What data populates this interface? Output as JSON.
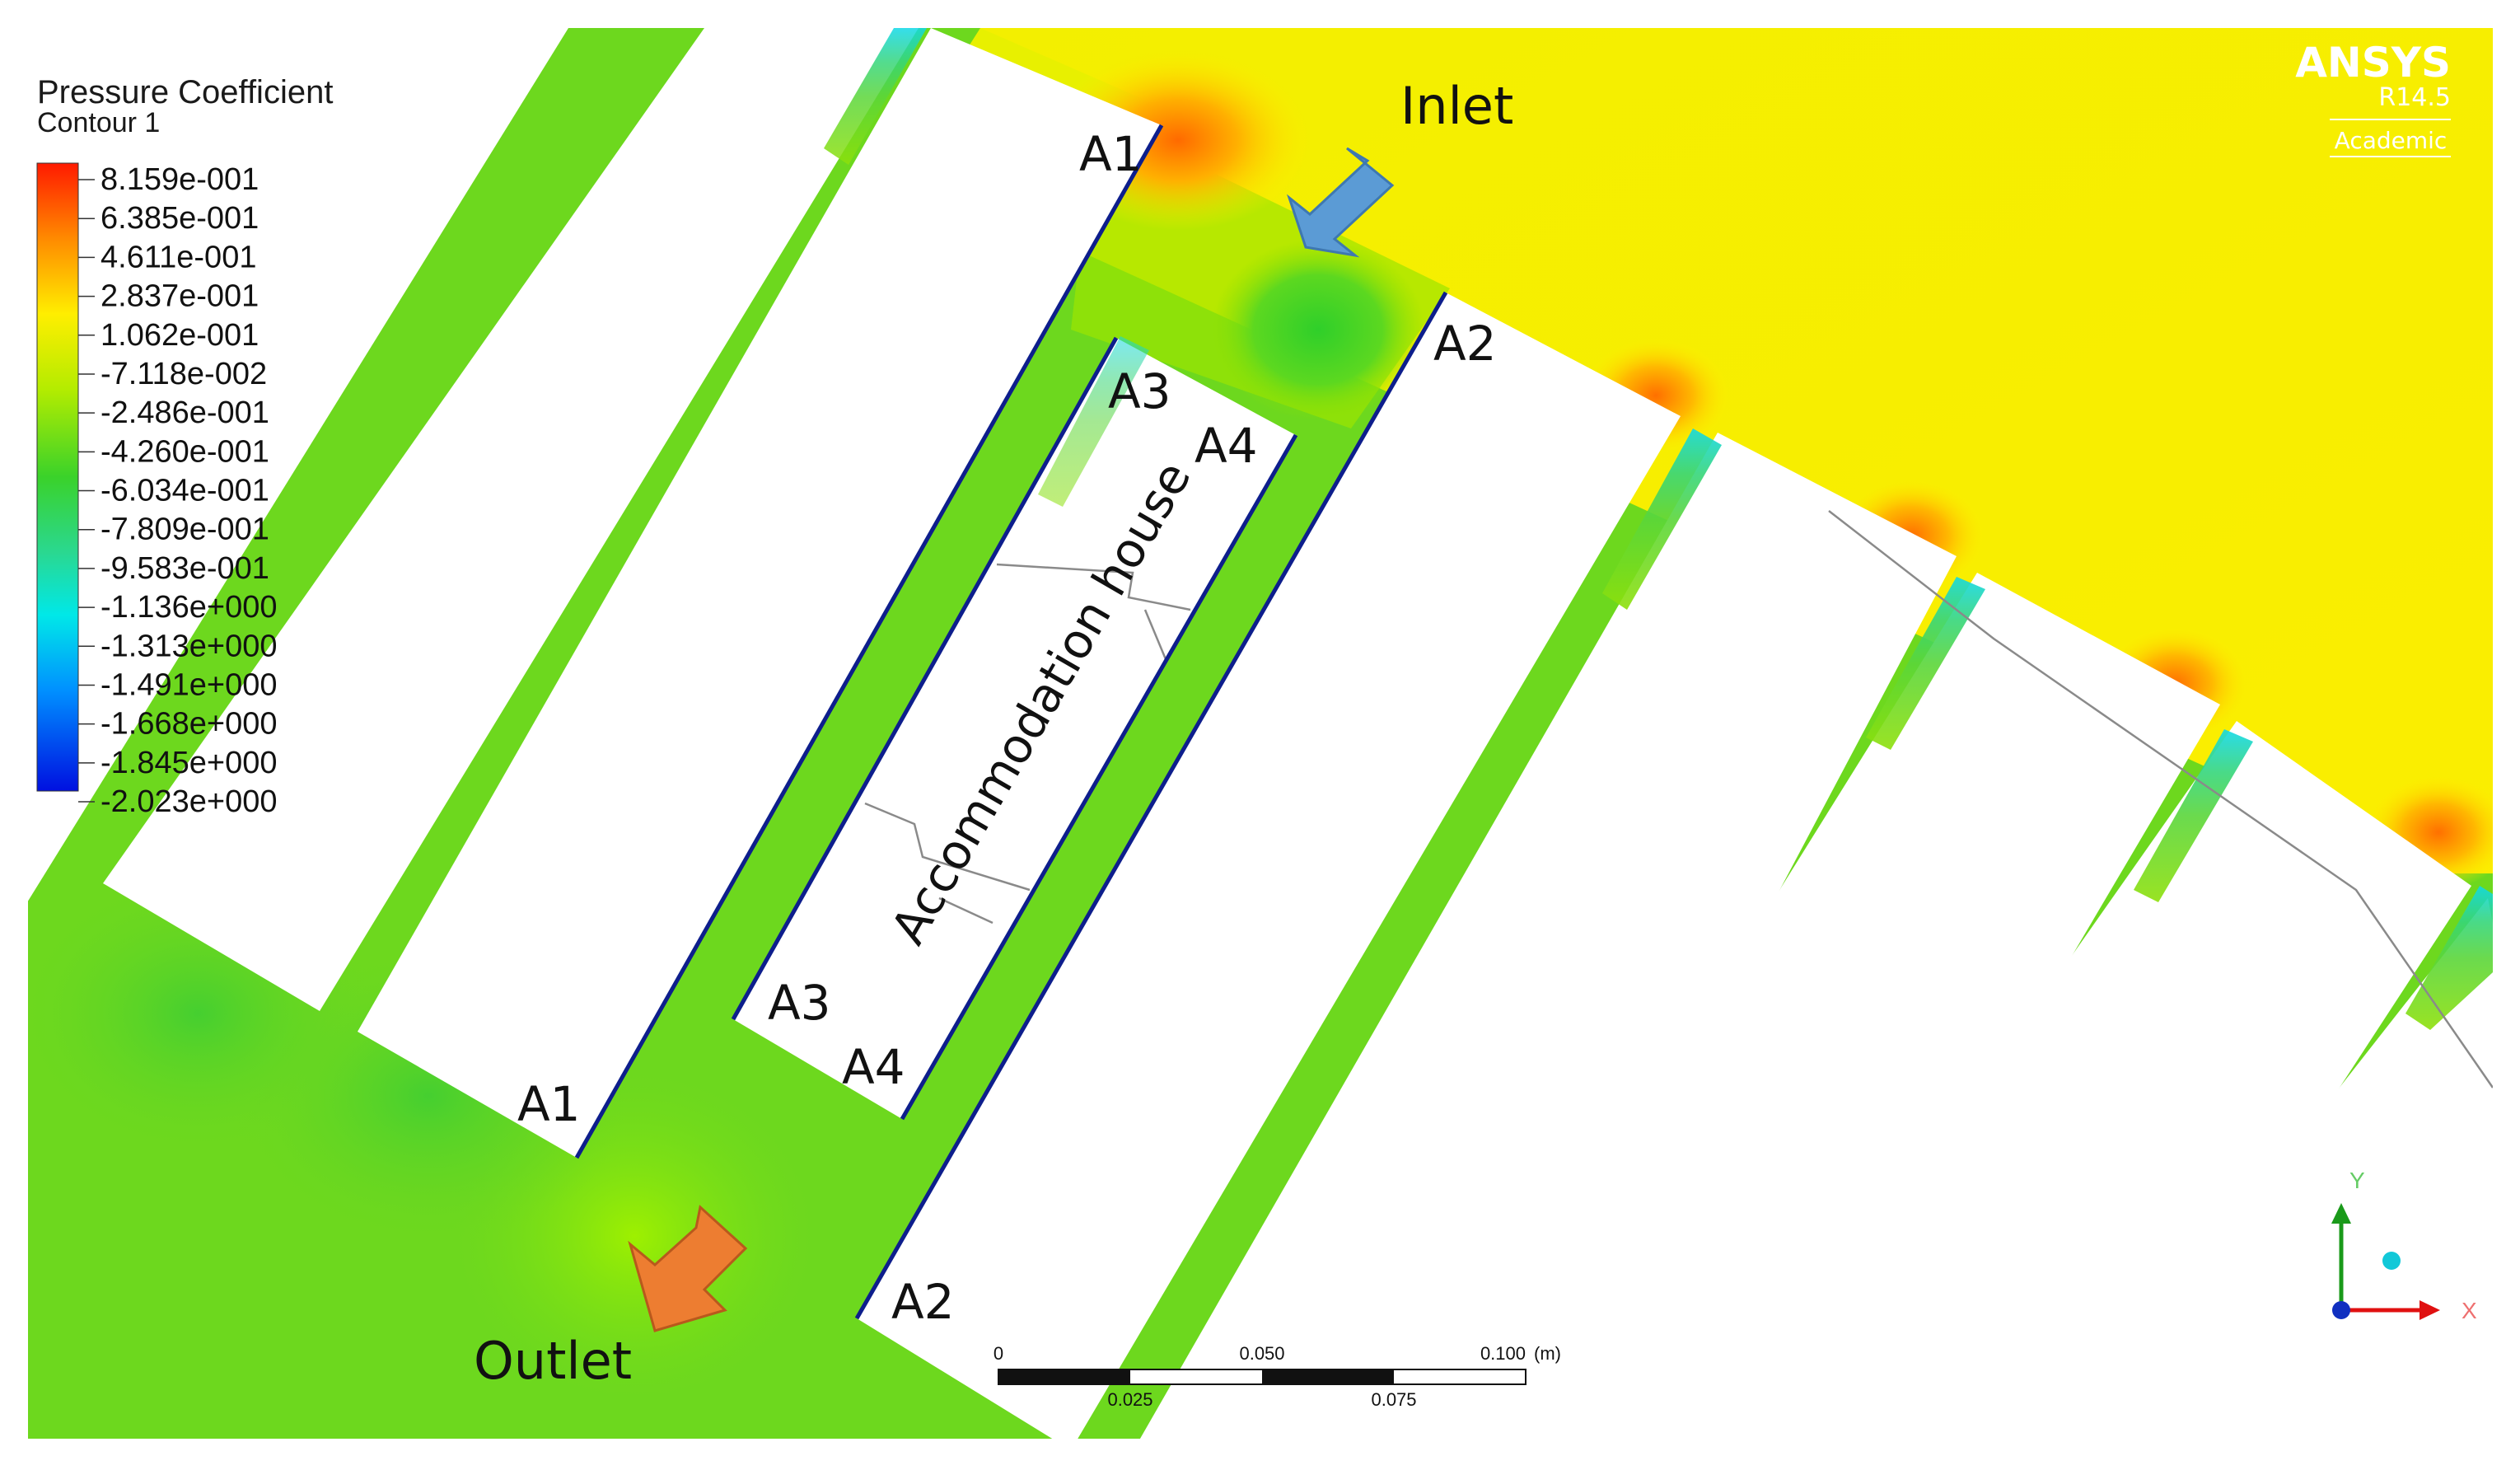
{
  "legend": {
    "title": "Pressure Coefficient",
    "subtitle": "Contour 1",
    "values": [
      "8.159e-001",
      "6.385e-001",
      "4.611e-001",
      "2.837e-001",
      "1.062e-001",
      "-7.118e-002",
      "-2.486e-001",
      "-4.260e-001",
      "-6.034e-001",
      "-7.809e-001",
      "-9.583e-001",
      "-1.136e+000",
      "-1.313e+000",
      "-1.491e+000",
      "-1.668e+000",
      "-1.845e+000",
      "-2.023e+000"
    ]
  },
  "brand": {
    "name": "ANSYS",
    "version": "R14.5",
    "edition": "Academic"
  },
  "annotations": {
    "inlet": "Inlet",
    "outlet": "Outlet",
    "house": "Accommodation house",
    "a1_top": "A1",
    "a2_top": "A2",
    "a3_top": "A3",
    "a4_top": "A4",
    "a3_bottom": "A3",
    "a4_bottom": "A4",
    "a1_bottom": "A1",
    "a2_bottom": "A2"
  },
  "scale": {
    "top": [
      "0",
      "0.050",
      "0.100"
    ],
    "unit": "(m)",
    "bottom": [
      "0.025",
      "0.075"
    ]
  },
  "axes": {
    "y": "Y",
    "x": "X"
  },
  "colors": {
    "inlet_arrow": "#5b9bd5",
    "outlet_arrow": "#ed7d31",
    "outline_blue": "#0d1e8c",
    "field_green": "#6fd81e",
    "field_yellow": "#f7f200"
  }
}
